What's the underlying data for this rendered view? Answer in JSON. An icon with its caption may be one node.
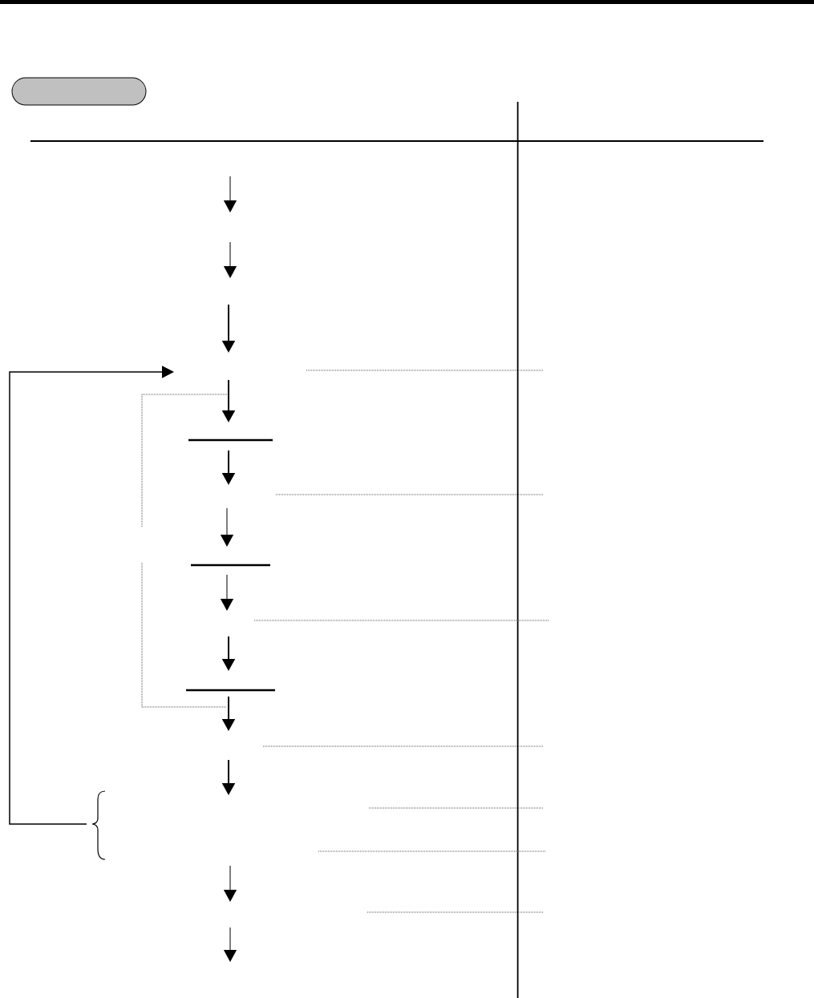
{
  "diagram": {
    "nodes": [
      {
        "text": [],
        "shape": "box"
      },
      {
        "text": [],
        "shape": "bar"
      },
      {
        "text": [],
        "shape": "bar"
      },
      {
        "text": [],
        "shape": "bar"
      }
    ]
  }
}
